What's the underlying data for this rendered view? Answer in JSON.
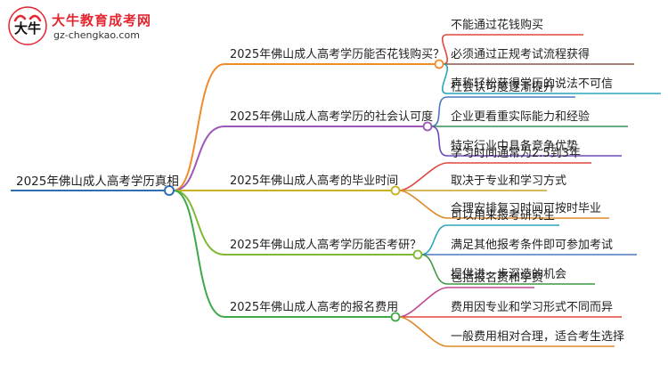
{
  "logo": {
    "name": "大牛教育成考网",
    "url": "gz-chengkao.com"
  },
  "root": "2025年佛山成人高考学历真相",
  "branches": [
    {
      "title": "2025年佛山成人高考学历能否花钱购买？",
      "color": "#f08c2b",
      "leaves": [
        "不能通过花钱购买",
        "必须通过正规考试流程获得",
        "声称轻松获得学历的说法不可信"
      ]
    },
    {
      "title": "2025年佛山成人高考学历的社会认可度",
      "color": "#9a57b6",
      "leaves": [
        "社会认可度逐渐提升",
        "企业更看重实际能力和经验",
        "特定行业中具备竞争优势"
      ]
    },
    {
      "title": "2025年佛山成人高考的毕业时间",
      "color": "#c9b21f",
      "leaves": [
        "学习时间通常为2.5到3年",
        "取决于专业和学习方式",
        "合理安排复习时间可按时毕业"
      ]
    },
    {
      "title": "2025年佛山成人高考学历能否考研？",
      "color": "#7fb832",
      "leaves": [
        "可以用来报考研究生",
        "满足其他报考条件即可参加考试",
        "提供进一步深造的机会"
      ]
    },
    {
      "title": "2025年佛山成人高考的报名费用",
      "color": "#3fa94a",
      "leaves": [
        "包括报名费和学费",
        "费用因专业和学习形式不同而异",
        "一般费用相对合理，适合考生选择"
      ]
    }
  ],
  "colors": {
    "root": "#2f6db5",
    "leaf_lines": [
      "#e0473e",
      "#8b5a4a",
      "#2aa6b8",
      "#4a78c2",
      "#3a8f5a",
      "#6a4bb8",
      "#e0473e",
      "#c9a02a",
      "#e08a2a",
      "#2aa6b8",
      "#4a78c2",
      "#3c9a44",
      "#c24a8f",
      "#e0473e",
      "#e08a2a"
    ]
  }
}
